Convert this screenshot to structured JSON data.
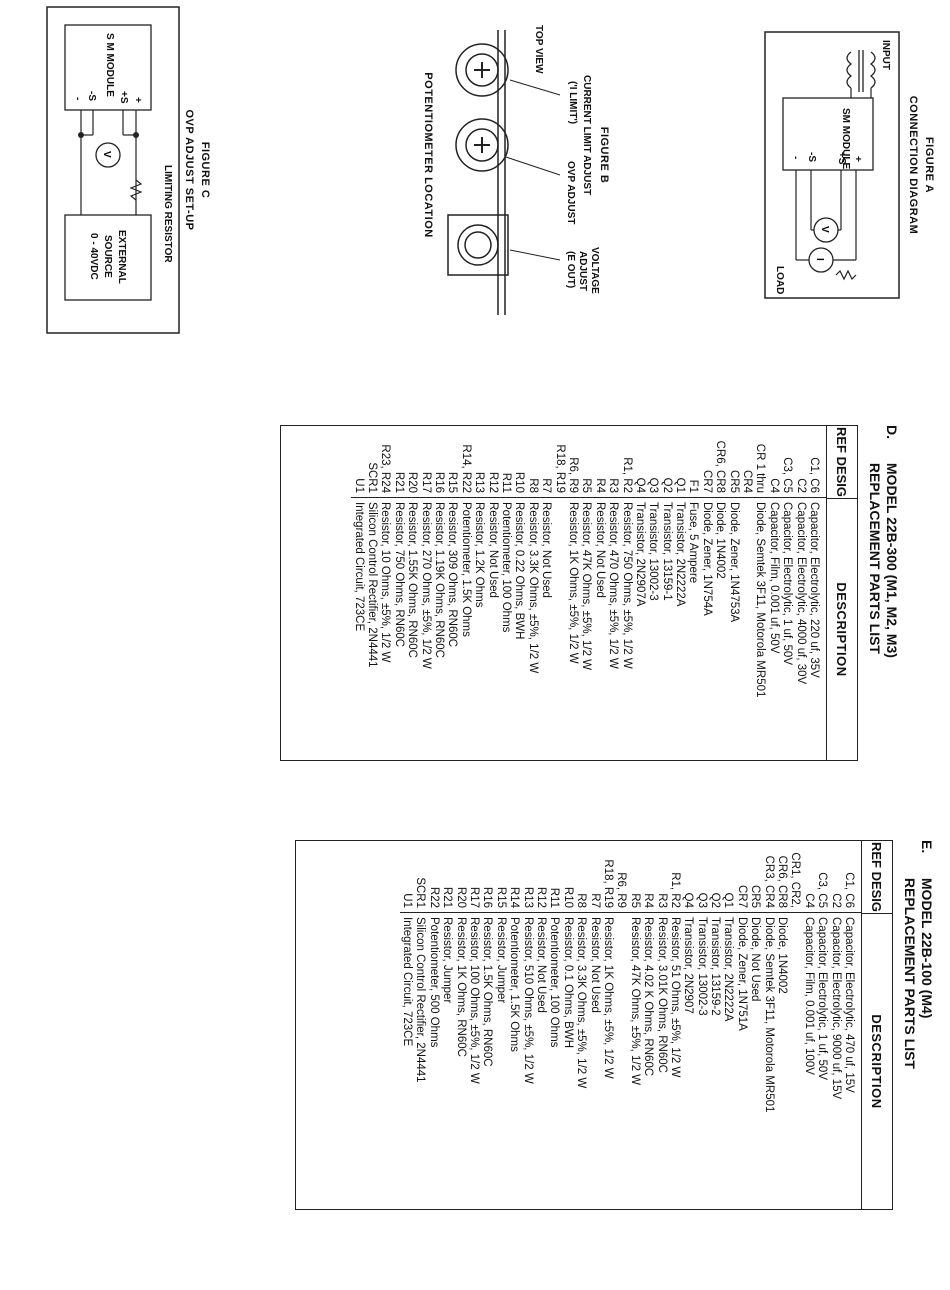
{
  "figure_a": {
    "caption": "FIGURE A",
    "subtitle": "CONNECTION DIAGRAM",
    "input_label": "INPUT",
    "module_label": "SM MODULE",
    "load_label": "LOAD",
    "terminals": [
      "+",
      "+S",
      "-S",
      "-"
    ]
  },
  "figure_b": {
    "caption": "FIGURE B",
    "top_view": "TOP VIEW",
    "current_limit_line1": "CURRENT LIMIT ADJUST",
    "current_limit_line2": "('I LIMIT')",
    "ovp_adjust": "OVP ADJUST",
    "voltage_line1": "VOLTAGE",
    "voltage_line2": "ADJUST",
    "voltage_line3": "(E OUT)",
    "subtitle": "POTENTIOMETER LOCATION"
  },
  "figure_c": {
    "caption": "FIGURE C",
    "subtitle": "OVP ADJUST SET-UP",
    "limiting_resistor": "LIMITING RESISTOR",
    "module_label": "S M MODULE",
    "external_line1": "EXTERNAL",
    "external_line2": "SOURCE",
    "external_line3": "0 - 40VDC",
    "terminals": [
      "+",
      "+S",
      "-S",
      "-"
    ]
  },
  "table_d": {
    "letter": "D.",
    "title_line1": "MODEL 22B-300 (M1, M2, M3)",
    "title_line2": "REPLACEMENT PARTS LIST",
    "col_ref": "REF DESIG",
    "col_desc": "DESCRIPTION",
    "rows": [
      {
        "ref": "C1, C6",
        "desc": "Capacitor, Electrolytic, 220 uf, 35V"
      },
      {
        "ref": "C2",
        "desc": "Capacitor, Electrolytic, 4000 uf, 30V"
      },
      {
        "ref": "C3, C5",
        "desc": "Capacitor, Electrolytic, 1 uf, 50V"
      },
      {
        "ref": "C4",
        "desc": "Capacitor, Film, 0.001 uf, 50V"
      },
      {
        "ref": "CR 1 thru",
        "desc": "Diode, Semtek 3F11, Motorola MR501"
      },
      {
        "ref": "CR4",
        "desc": ""
      },
      {
        "ref": "CR5",
        "desc": "Diode, Zener, 1N4753A"
      },
      {
        "ref": "CR6, CR8",
        "desc": "Diode, 1N4002"
      },
      {
        "ref": "CR7",
        "desc": "Diode, Zener, 1N754A"
      },
      {
        "ref": "F1",
        "desc": "Fuse, 5 Ampere"
      },
      {
        "ref": "Q1",
        "desc": "Transistor, 2N2222A"
      },
      {
        "ref": "Q2",
        "desc": "Transistor, 13159-1"
      },
      {
        "ref": "Q3",
        "desc": "Transistor, 13002-3"
      },
      {
        "ref": "Q4",
        "desc": "Transistor, 2N2907A"
      },
      {
        "ref": "R1, R2",
        "desc": "Resistor, 750 Ohms, ±5%, 1/2 W"
      },
      {
        "ref": "R3",
        "desc": "Resistor, 470 Ohms, ±5%, 1/2 W"
      },
      {
        "ref": "R4",
        "desc": "Resistor, Not Used"
      },
      {
        "ref": "R5",
        "desc": "Resistor, 47K Ohms, ±5%, 1/2 W"
      },
      {
        "ref": "R6, R9",
        "desc": "Resistor, 1K Ohms, ±5%, 1/2 W"
      },
      {
        "ref": "R18, R19",
        "desc": ""
      },
      {
        "ref": "R7",
        "desc": "Resistor, Not Used"
      },
      {
        "ref": "R8",
        "desc": "Resistor, 3.3K Ohms, ±5%, 1/2 W"
      },
      {
        "ref": "R10",
        "desc": "Resistor, 0.22 Ohms, BWH"
      },
      {
        "ref": "R11",
        "desc": "Potentiometer, 100 Ohms"
      },
      {
        "ref": "R12",
        "desc": "Resistor, Not Used"
      },
      {
        "ref": "R13",
        "desc": "Resistor, 1.2K Ohms"
      },
      {
        "ref": "R14, R22",
        "desc": "Potentiometer, 1.5K Ohms"
      },
      {
        "ref": "R15",
        "desc": "Resistor, 309 Ohms, RN60C"
      },
      {
        "ref": "R16",
        "desc": "Resistor, 1.19K Ohms, RN60C"
      },
      {
        "ref": "R17",
        "desc": "Resistor, 270 Ohms, ±5%, 1/2 W"
      },
      {
        "ref": "R20",
        "desc": "Resistor, 1.55K Ohms, RN60C"
      },
      {
        "ref": "R21",
        "desc": "Resistor, 750 Ohms, RN60C"
      },
      {
        "ref": "R23, R24",
        "desc": "Resistor, 10 Ohms, ±5%, 1/2 W"
      },
      {
        "ref": "SCR1",
        "desc": "Silicon Control Rectifier, 2N4441"
      },
      {
        "ref": "U1",
        "desc": "Integrated Circuit, 723CE"
      }
    ]
  },
  "table_e": {
    "letter": "E.",
    "title_line1": "MODEL 22B-100 (M4)",
    "title_line2": "REPLACEMENT PARTS LIST",
    "col_ref": "REF DESIG",
    "col_desc": "DESCRIPTION",
    "rows": [
      {
        "ref": "C1, C6",
        "desc": "Capacitor, Electrolytic, 470 uf, 15V"
      },
      {
        "ref": "C2",
        "desc": "Capacitor, Electrolytic, 9000 uf, 15V"
      },
      {
        "ref": "C3, C5",
        "desc": "Capacitor, Electrolytic, 1 uf, 50V"
      },
      {
        "ref": "C4",
        "desc": "Capacitor, Film, 0.001 uf, 100V"
      },
      {
        "ref": "CR1, CR2,",
        "desc": ""
      },
      {
        "ref": "CR6, CR8",
        "desc": "Diode, 1N4002"
      },
      {
        "ref": "CR3, CR4",
        "desc": "Diode, Semtek 3F11, Motorola MR501"
      },
      {
        "ref": "CR5",
        "desc": "Diode, Not Used"
      },
      {
        "ref": "CR7",
        "desc": "Diode, Zener, 1N751A"
      },
      {
        "ref": "Q1",
        "desc": "Transistor, 2N2222A"
      },
      {
        "ref": "Q2",
        "desc": "Transistor, 13159-2"
      },
      {
        "ref": "Q3",
        "desc": "Transistor, 13002-3"
      },
      {
        "ref": "Q4",
        "desc": "Transistor, 2N2907"
      },
      {
        "ref": "R1, R2",
        "desc": "Resistor, 51 Ohms, ±5%, 1/2 W"
      },
      {
        "ref": "R3",
        "desc": "Resistor, 3.01K Ohms, RN60C"
      },
      {
        "ref": "R4",
        "desc": "Resistor, 4.02 K Ohms, RN60C"
      },
      {
        "ref": "R5",
        "desc": "Resistor, 47K Ohms, ±5%, 1/2 W"
      },
      {
        "ref": "R6, R9",
        "desc": ""
      },
      {
        "ref": "R18, R19",
        "desc": "Resistor, 1K Ohms, ±5%, 1/2 W"
      },
      {
        "ref": "R7",
        "desc": "Resistor, Not Used"
      },
      {
        "ref": "R8",
        "desc": "Resistor, 3.3K Ohms, ±5%, 1/2 W"
      },
      {
        "ref": "R10",
        "desc": "Resistor, 0.1 Ohms, BWH"
      },
      {
        "ref": "R11",
        "desc": "Potentiometer, 100 Ohms"
      },
      {
        "ref": "R12",
        "desc": "Resistor, Not Used"
      },
      {
        "ref": "R13",
        "desc": "Resistor, 510 Ohms, ±5%, 1/2 W"
      },
      {
        "ref": "R14",
        "desc": "Potentiometer, 1.5K Ohms"
      },
      {
        "ref": "R15",
        "desc": "Resistor, Jumper"
      },
      {
        "ref": "R16",
        "desc": "Resistor, 1.5K Ohms, RN60C"
      },
      {
        "ref": "R17",
        "desc": "Resistor, 100 Ohms, ±5%, 1/2 W"
      },
      {
        "ref": "R20",
        "desc": "Resistor, 1K Ohms, RN60C"
      },
      {
        "ref": "R21",
        "desc": "Resistor, Jumper"
      },
      {
        "ref": "R22",
        "desc": "Potentiometer, 500 Ohms"
      },
      {
        "ref": "SCR1",
        "desc": "Silicon Control Rectifier, 2N4441"
      },
      {
        "ref": "U1",
        "desc": "Integrated Circuit, 723CE"
      }
    ]
  }
}
